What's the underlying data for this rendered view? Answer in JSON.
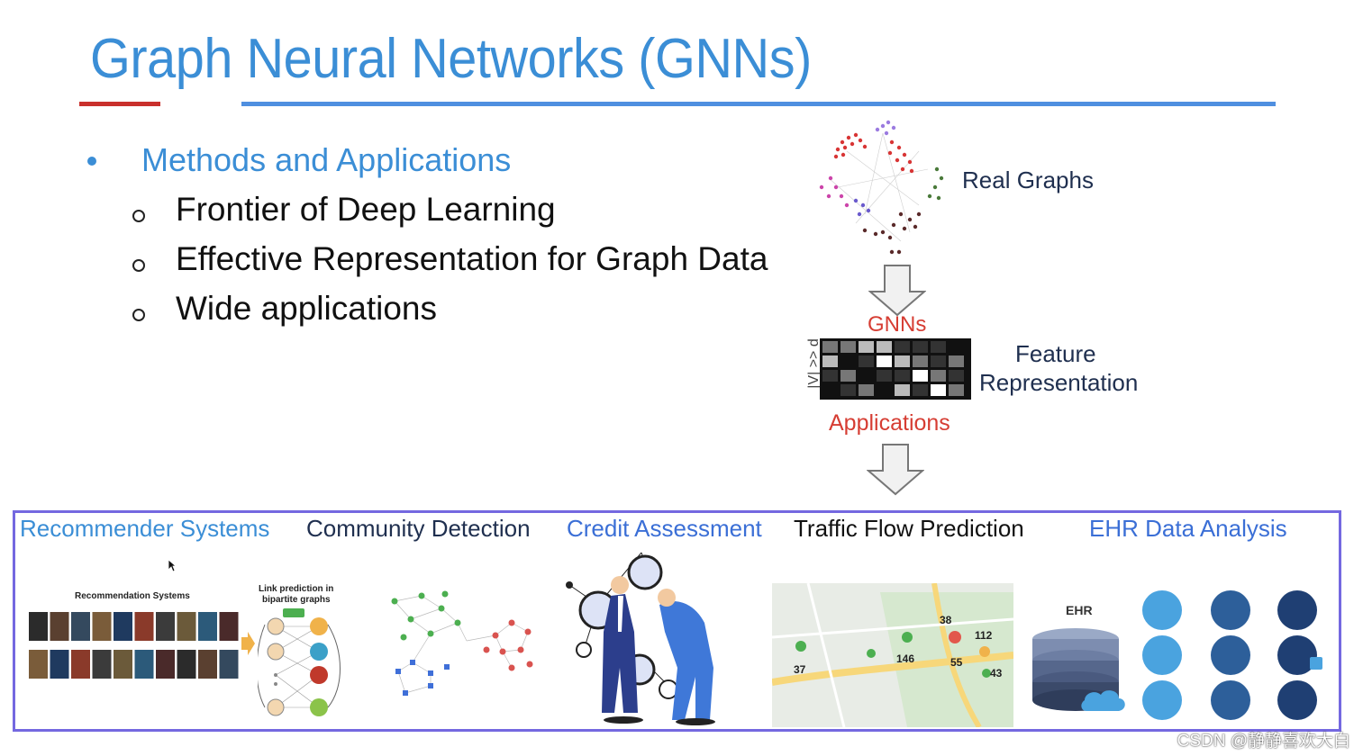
{
  "slide": {
    "title": "Graph Neural Networks (GNNs)",
    "bullet": "Methods and Applications",
    "sub_bullets": [
      "Frontier of Deep Learning",
      "Effective Representation for Graph Data",
      "Wide applications"
    ]
  },
  "diagram": {
    "real_graphs_label": "Real Graphs",
    "gnns_label": "GNNs",
    "feature_label_line1": "Feature",
    "feature_label_line2": "Representation",
    "applications_label": "Applications",
    "matrix_side_label": "|V| >> d"
  },
  "applications": [
    {
      "label": "Recommender Systems",
      "color": "#3b8ed6"
    },
    {
      "label": "Community Detection",
      "color": "#1f2f4f"
    },
    {
      "label": "Credit Assessment",
      "color": "#3b6fd6"
    },
    {
      "label": "Traffic Flow Prediction",
      "color": "#111111"
    },
    {
      "label": "EHR Data Analysis",
      "color": "#3b6fd6"
    }
  ],
  "thumbnails": {
    "recsys_title": "Recommendation Systems",
    "link_pred_title_1": "Link prediction in",
    "link_pred_title_2": "bipartite graphs",
    "map_numbers": [
      "38",
      "112",
      "146",
      "55",
      "37",
      "43"
    ],
    "ehr_label": "EHR"
  },
  "watermark": "CSDN @静静喜欢大白",
  "colors": {
    "title_blue": "#3b8ed6",
    "accent_red": "#d63d33",
    "box_border": "#7468e0"
  }
}
